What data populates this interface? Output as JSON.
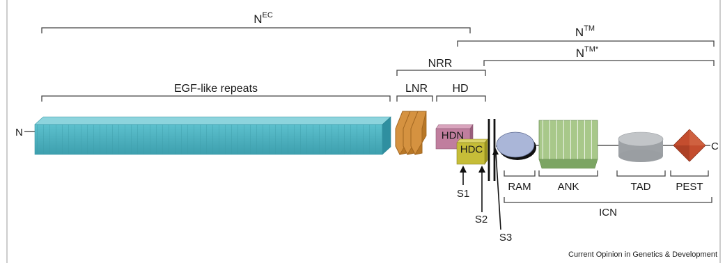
{
  "labels": {
    "nec_base": "N",
    "nec_sup": "EC",
    "ntm_base": "N",
    "ntm_sup": "TM",
    "ntm_star_base": "N",
    "ntm_star_sup": "TM*",
    "nrr": "NRR",
    "egf": "EGF-like repeats",
    "lnr": "LNR",
    "hd": "HD",
    "n_term": "N",
    "c_term": "C",
    "hdn": "HDN",
    "hdc": "HDC",
    "s1": "S1",
    "s2": "S2",
    "s3": "S3",
    "ram": "RAM",
    "ank": "ANK",
    "tad": "TAD",
    "pest": "PEST",
    "icn": "ICN",
    "credit": "Current Opinion in Genetics & Development"
  },
  "colors": {
    "egf": "#4fb5c4",
    "lnr": "#d18a36",
    "hdn": "#bd7a9a",
    "hdc": "#c4bb36",
    "ram": "#a9b6d8",
    "ank": "#a8c88a",
    "tad": "#b9bcbf",
    "pest": "#c24a2c"
  }
}
